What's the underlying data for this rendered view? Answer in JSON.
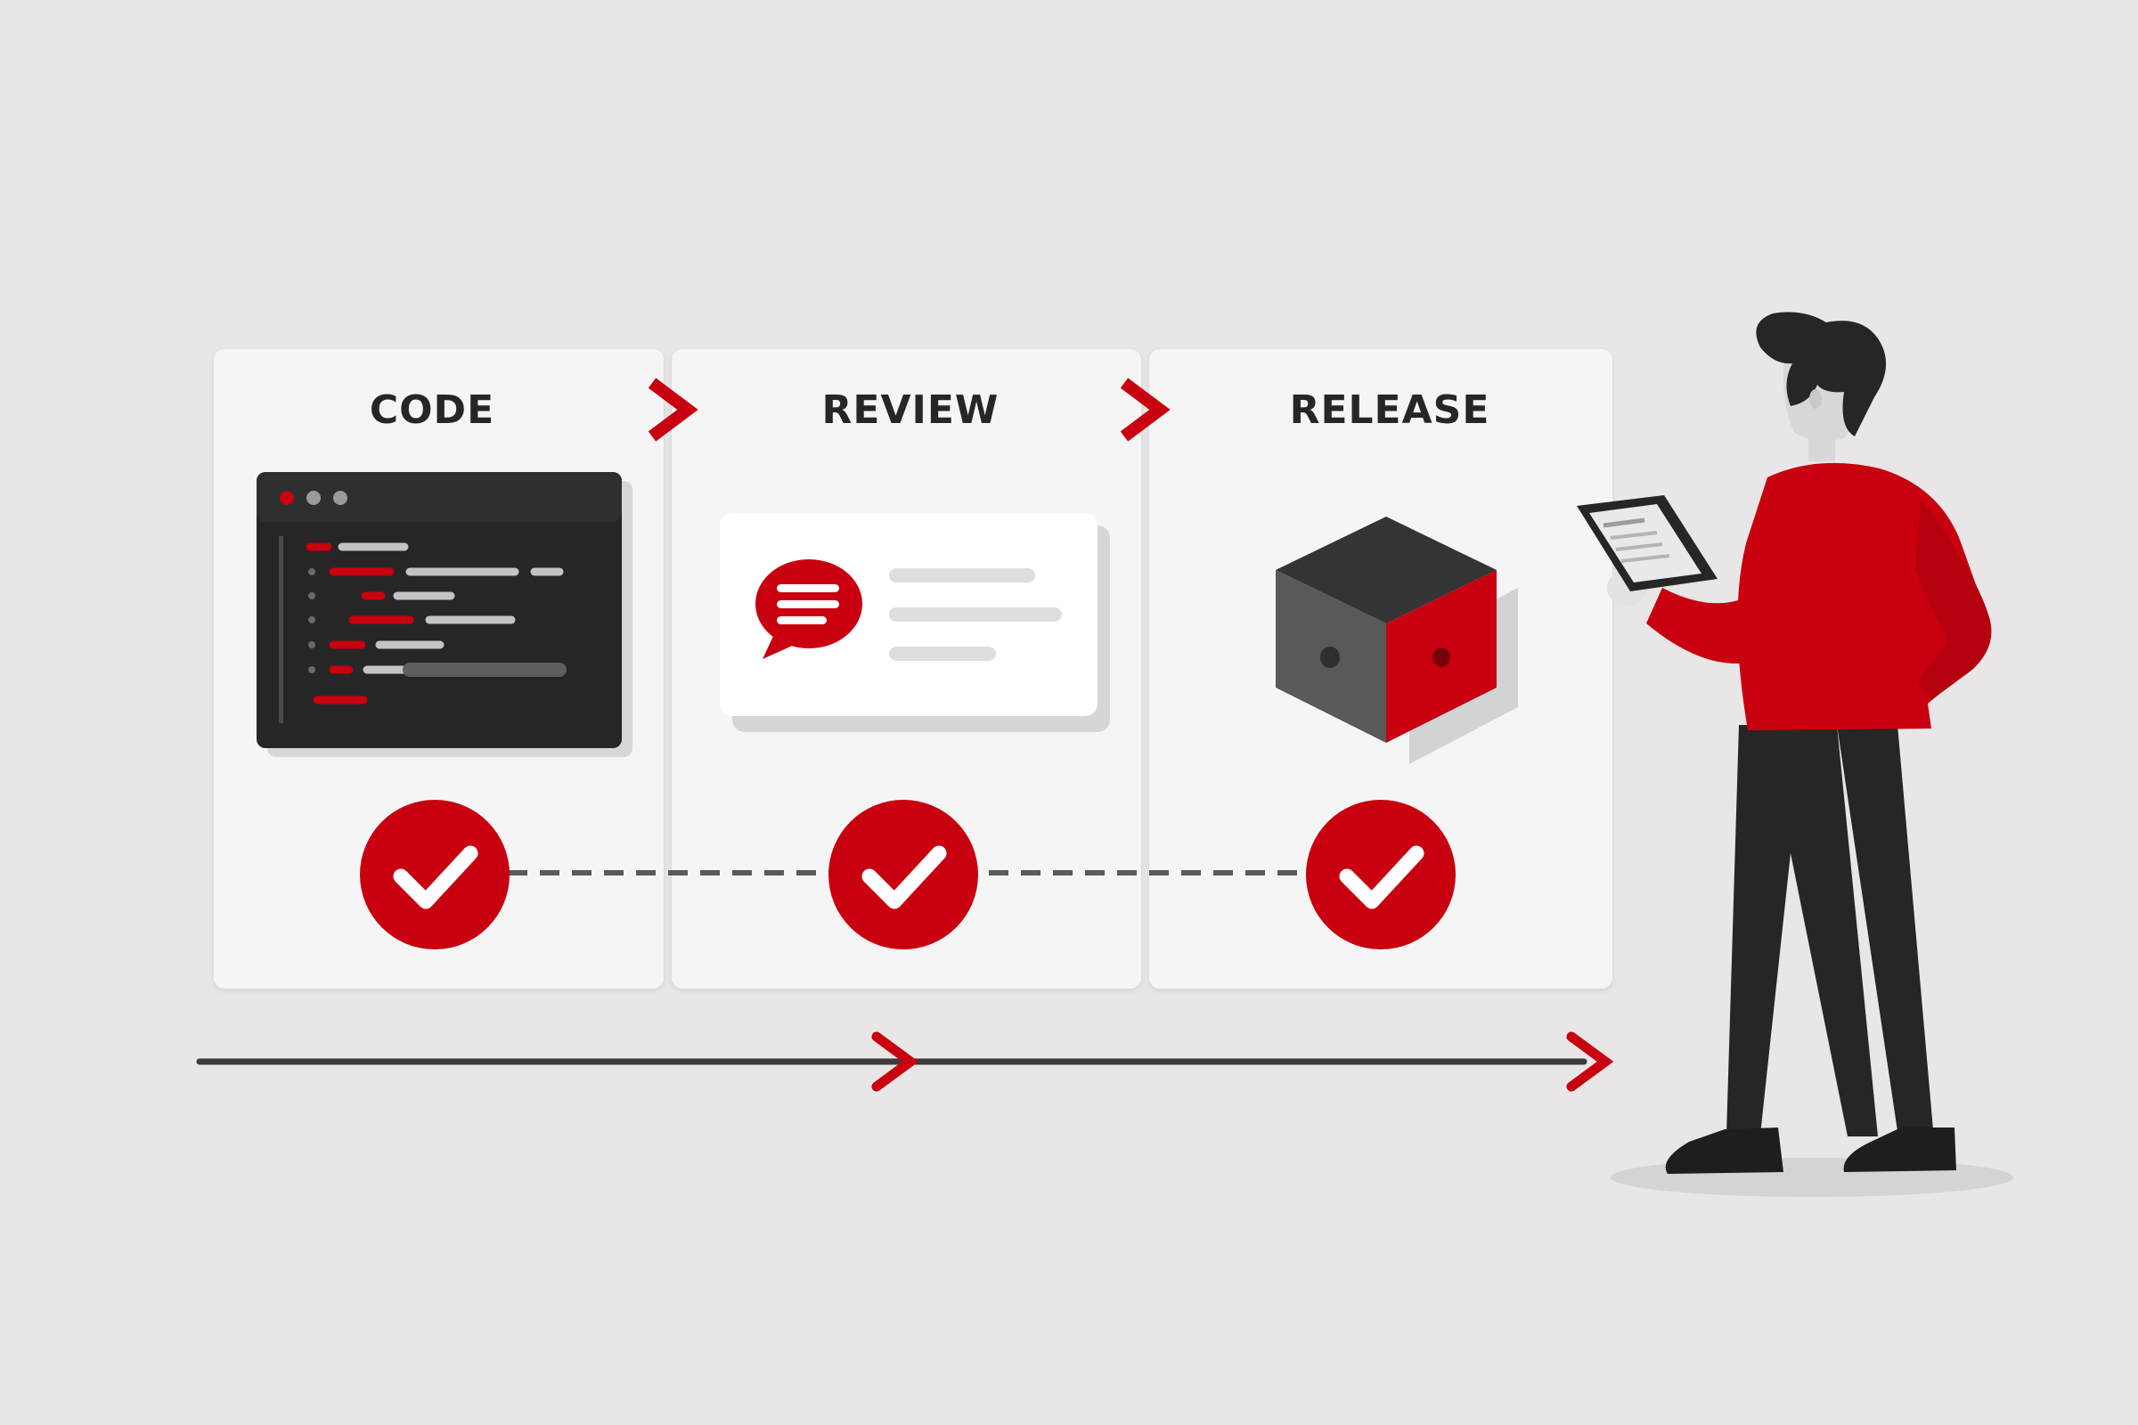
{
  "stages": [
    {
      "title": "CODE",
      "status_icon": "checkmark-icon",
      "illustration_icon": "code-editor-icon"
    },
    {
      "title": "REVIEW",
      "status_icon": "checkmark-icon",
      "illustration_icon": "comment-bubble-icon"
    },
    {
      "title": "RELEASE",
      "status_icon": "checkmark-icon",
      "illustration_icon": "package-cube-icon"
    }
  ],
  "connector_icon": "chevron-right-icon",
  "timeline_icon": "arrow-right-icon",
  "person_icon": "person-with-tablet-icon",
  "colors": {
    "accent": "#c8000f",
    "background": "#e8e6e6",
    "card": "#f5f5f5",
    "dark": "#252525",
    "text": "#262626"
  }
}
